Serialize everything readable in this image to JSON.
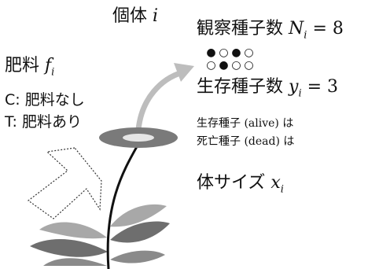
{
  "individual": {
    "label": "個体",
    "var": "i"
  },
  "observed_seeds": {
    "label": "観察種子数",
    "var": "N",
    "sub": "i",
    "eq": "= 8"
  },
  "seed_dots": {
    "row1": [
      "●",
      "○",
      "●",
      "○"
    ],
    "row2": [
      "○",
      "●",
      "○",
      "○"
    ]
  },
  "surviving_seeds": {
    "label": "生存種子数",
    "var": "y",
    "sub": "i",
    "eq": "= 3"
  },
  "legend_alive": {
    "label": "生存種子",
    "roman": "(alive)",
    "suffix": "は"
  },
  "legend_dead": {
    "label": "死亡種子",
    "roman": "(dead)",
    "suffix": "は"
  },
  "body_size": {
    "label": "体サイズ",
    "var": "x",
    "sub": "i"
  },
  "fertilizer": {
    "label": "肥料",
    "var": "f",
    "sub": "i",
    "option_c": "C: 肥料なし",
    "option_t": "T: 肥料あり"
  },
  "colors": {
    "leaf_dark": "#6e6e6e",
    "leaf_light": "#a8a8a8",
    "flower": "#7a7a7a",
    "flower_center": "#e6e6e6",
    "arrow": "#bdbdbd",
    "stem": "#111111"
  }
}
